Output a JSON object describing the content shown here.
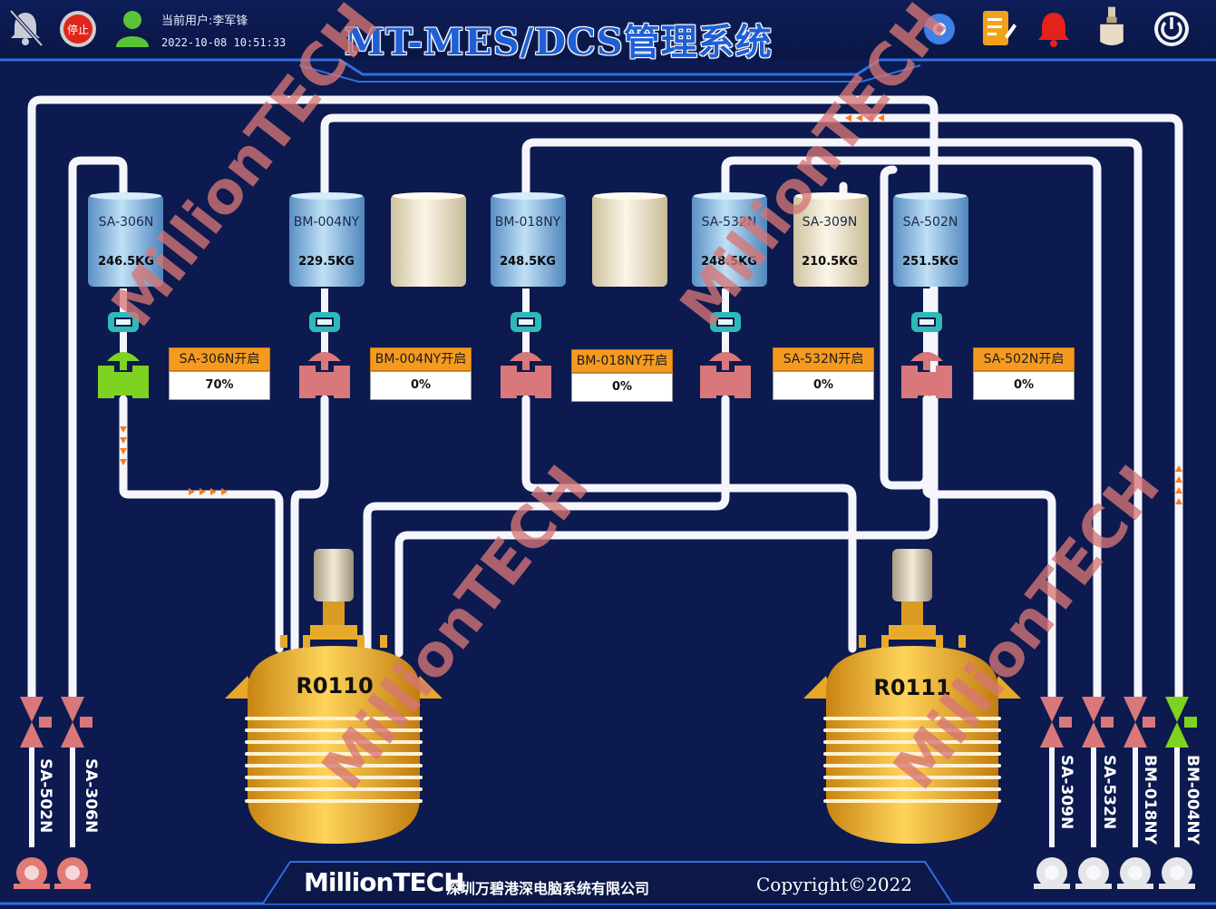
{
  "header": {
    "title": "MT-MES/DCS管理系统",
    "user_label": "当前用户:李军锋",
    "datetime": "2022-10-08  10:51:33",
    "stop_button_label": "停止",
    "icons": [
      "bell-muted-icon",
      "stop-icon",
      "user-icon",
      "settings-icon",
      "notes-icon",
      "alarm-icon",
      "reactor-icon",
      "power-icon"
    ]
  },
  "tanks": [
    {
      "name": "SA-306N",
      "weight": "246.5KG",
      "color": "blue"
    },
    {
      "name": "BM-004NY",
      "weight": "229.5KG",
      "color": "blue"
    },
    {
      "name": "",
      "weight": "",
      "color": "beige"
    },
    {
      "name": "BM-018NY",
      "weight": "248.5KG",
      "color": "blue"
    },
    {
      "name": "",
      "weight": "",
      "color": "beige"
    },
    {
      "name": "SA-532N",
      "weight": "248.5KG",
      "color": "blue"
    },
    {
      "name": "SA-309N",
      "weight": "210.5KG",
      "color": "beige"
    },
    {
      "name": "SA-502N",
      "weight": "251.5KG",
      "color": "blue"
    }
  ],
  "valves": [
    {
      "label": "SA-306N开启",
      "value": "70%",
      "state": "open",
      "color": "#7ed321"
    },
    {
      "label": "BM-004NY开启",
      "value": "0%",
      "state": "closed",
      "color": "#d9787a"
    },
    {
      "label": "BM-018NY开启",
      "value": "0%",
      "state": "closed",
      "color": "#d9787a"
    },
    {
      "label": "SA-532N开启",
      "value": "0%",
      "state": "closed",
      "color": "#d9787a"
    },
    {
      "label": "SA-502N开启",
      "value": "0%",
      "state": "closed",
      "color": "#d9787a"
    }
  ],
  "reactors": [
    {
      "name": "R0110"
    },
    {
      "name": "R0111"
    }
  ],
  "pumps_left": [
    {
      "label": "SA-502N",
      "state": "off"
    },
    {
      "label": "SA-306N",
      "state": "off"
    }
  ],
  "pumps_right": [
    {
      "label": "SA-309N",
      "state": "off"
    },
    {
      "label": "SA-532N",
      "state": "off"
    },
    {
      "label": "BM-018NY",
      "state": "off"
    },
    {
      "label": "BM-004NY",
      "state": "on"
    }
  ],
  "footer": {
    "brand": "MillionTECH",
    "company": "深圳万碧港深电脑系统有限公司",
    "copyright": "Copyright©2022"
  },
  "watermark": "MillionTECH",
  "colors": {
    "background": "#0c1a4f",
    "pipe": "#f4f6fb",
    "tank_blue": "#7fb2dc",
    "tank_beige": "#efe6cf",
    "reactor": "#f2b02a",
    "valve_open": "#7ed321",
    "valve_closed": "#d9787a",
    "label_orange": "#f59a1f",
    "flow_arrow": "#ff7a1a"
  }
}
